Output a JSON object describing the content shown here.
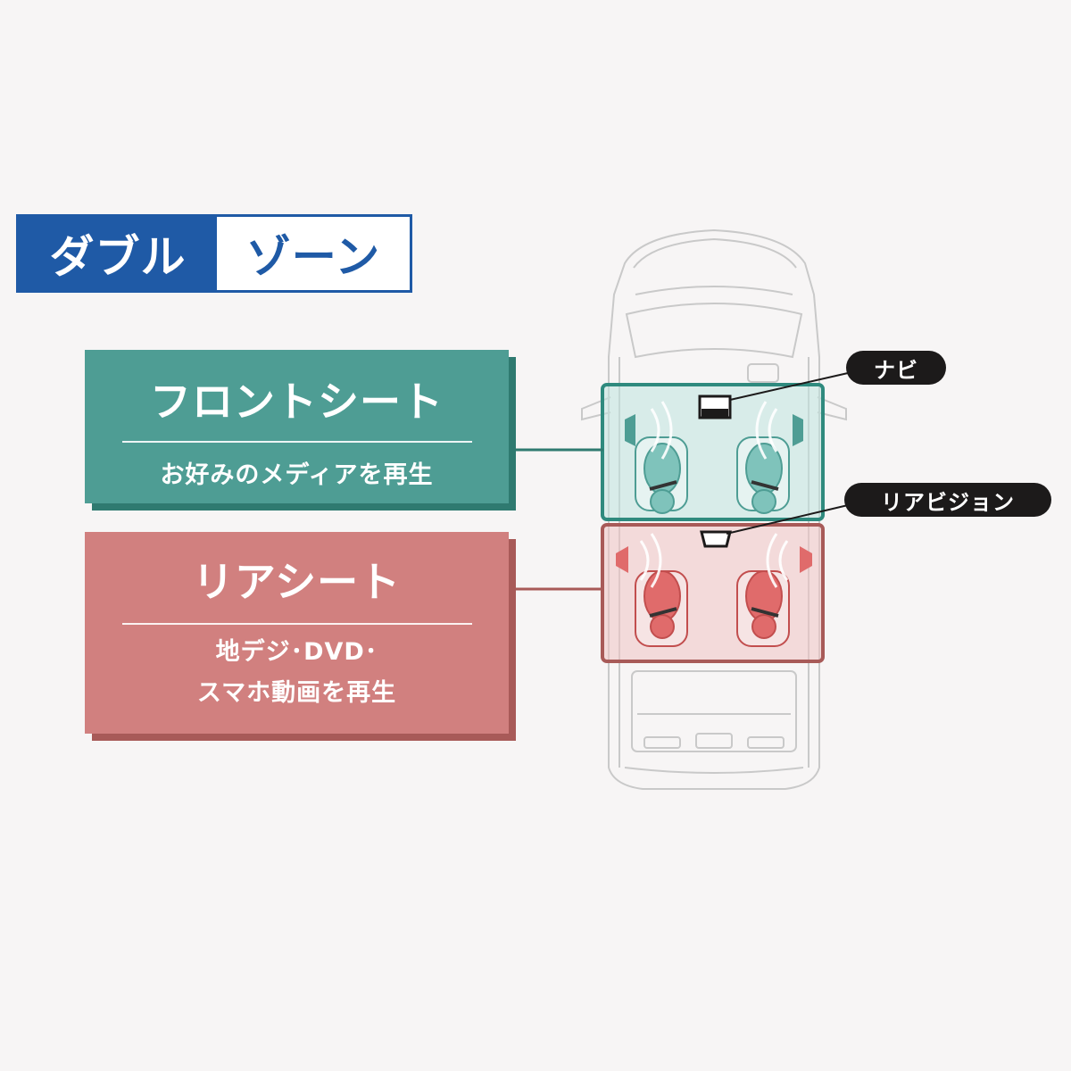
{
  "title": {
    "left": "ダブル",
    "right": "ゾーン"
  },
  "zones": {
    "front": {
      "title": "フロントシート",
      "desc": "お好みのメディアを再生"
    },
    "rear": {
      "title": "リアシート",
      "desc_line1": "地デジ･DVD･",
      "desc_line2": "スマホ動画を再生"
    }
  },
  "devices": {
    "navi": "ナビ",
    "rear_vision": "リアビジョン"
  },
  "colors": {
    "title_blue": "#1f5aa6",
    "front_teal": "#4e9d94",
    "rear_red": "#d1807f",
    "label_black": "#1c1a1a"
  }
}
